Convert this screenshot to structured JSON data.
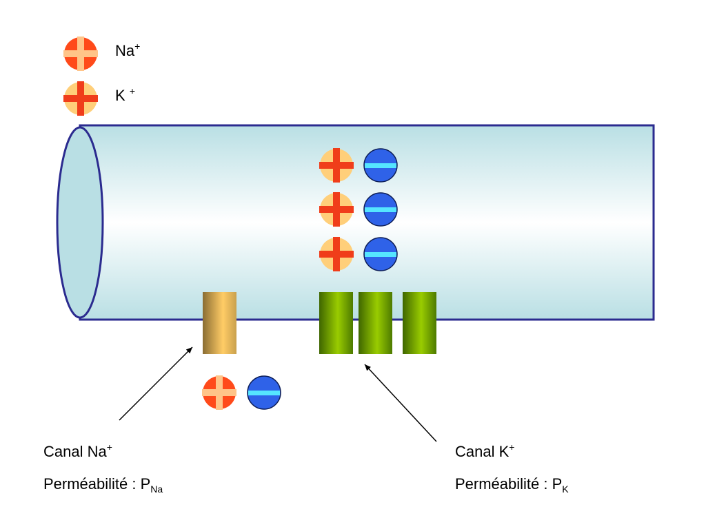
{
  "legend": {
    "na": {
      "symbol": "Na",
      "charge": "+"
    },
    "k": {
      "symbol": "K",
      "charge": "+"
    }
  },
  "captions": {
    "na_channel": {
      "text": "Canal Na",
      "charge": "+"
    },
    "na_permeability": {
      "text": "Perméabilité : P",
      "subscript": "Na"
    },
    "k_channel": {
      "text": "Canal K",
      "charge": "+"
    },
    "k_permeability": {
      "text": "Perméabilité : P",
      "subscript": "K"
    }
  },
  "colors": {
    "membrane_outline": "#2b2b8f",
    "cytoplasm_light": "#b9dfe4",
    "cytoplasm_center": "#ffffff",
    "na_ion_fill": "#ff4a1a",
    "na_ion_cross": "#ffc488",
    "k_ion_fill": "#ffcf7a",
    "k_ion_cross": "#f03d1a",
    "anion_fill": "#2f62e8",
    "anion_bar": "#55e5ff",
    "na_channel_mid": "#ffcc66",
    "na_channel_edge": "#8a6d33",
    "k_channel_mid": "#99cc00",
    "k_channel_edge": "#3f6600"
  },
  "ions": {
    "intracellular_pairs": 3,
    "k_channel_count": 3,
    "extracellular": [
      "na-ion",
      "anion"
    ]
  }
}
